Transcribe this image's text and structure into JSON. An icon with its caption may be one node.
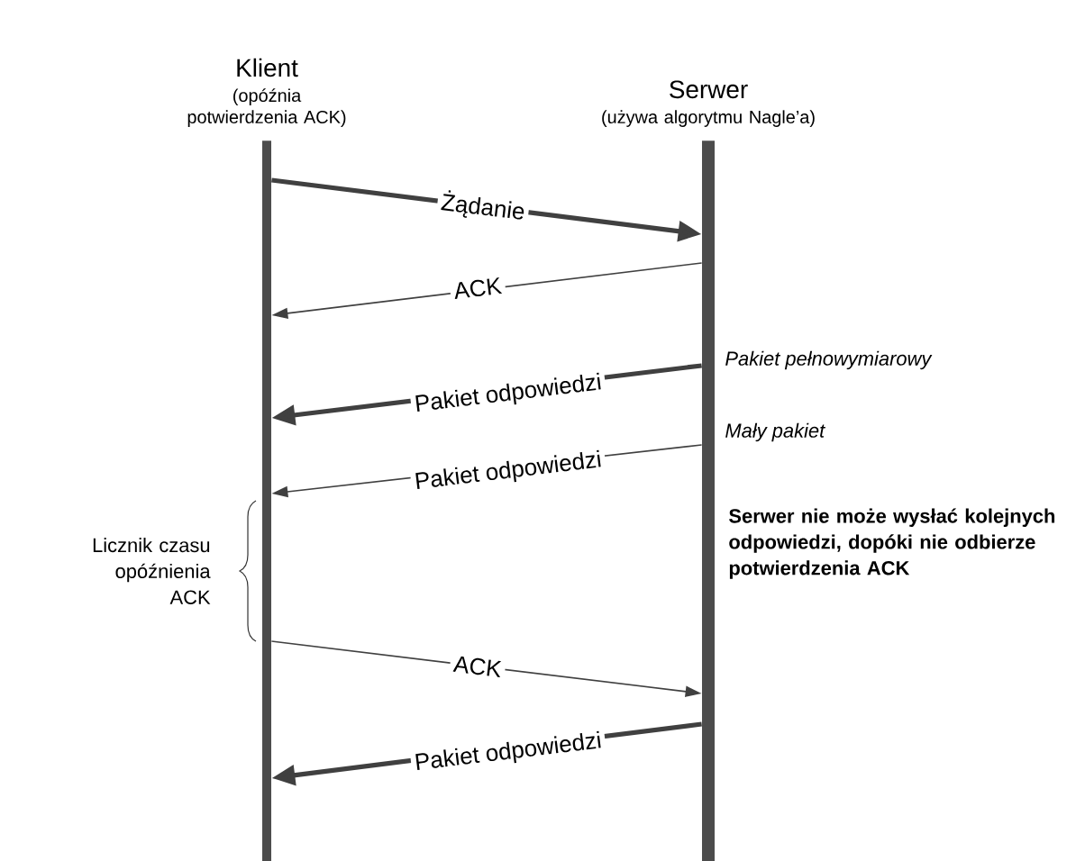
{
  "diagram": {
    "nodes": [
      {
        "text": [
          "Klient",
          "(opóźnia potwierdzenia ACK)"
        ]
      },
      {
        "text": [
          "Serwer",
          "(używa algorytmu Nagle’a)"
        ]
      }
    ],
    "edges": [
      {
        "from": 0,
        "to": 1,
        "arrow": "to",
        "label": "Żądanie",
        "style": "thick"
      },
      {
        "from": 1,
        "to": 0,
        "arrow": "to",
        "label": "ACK"
      },
      {
        "from": 1,
        "to": 0,
        "arrow": "to",
        "label": "Pakiet odpowiedzi",
        "style": "thick"
      },
      {
        "from": 1,
        "to": 0,
        "arrow": "to",
        "label": "Pakiet odpowiedzi"
      },
      {
        "from": 0,
        "to": 1,
        "arrow": "to",
        "label": "ACK"
      },
      {
        "from": 1,
        "to": 0,
        "arrow": "to",
        "label": "Pakiet odpowiedzi",
        "style": "thick"
      }
    ],
    "labels": [
      "Pakiet pełnowymiarowy",
      "Mały pakiet",
      "Serwer nie może wysłać kolejnych odpowiedzi, dopóki nie odbierze potwierdzenia ACK",
      "Licznik czasu opóźnienia ACK"
    ]
  }
}
